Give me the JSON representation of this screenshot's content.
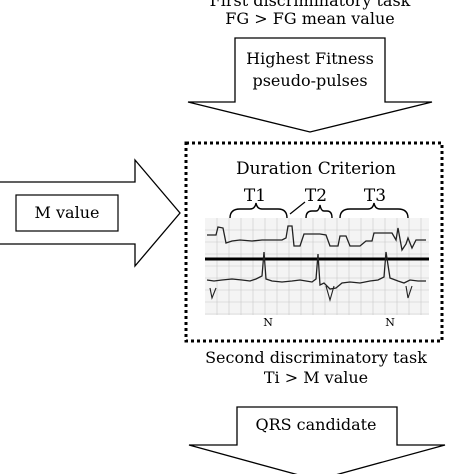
{
  "top_caption": {
    "line1": "First discriminatory task",
    "line2": "FG > FG mean value"
  },
  "arrow_top": {
    "line1": "Highest Fitness",
    "line2": "pseudo-pulses"
  },
  "arrow_left": {
    "label": "M value"
  },
  "ecg_panel": {
    "title": "Duration Criterion",
    "segments": [
      "T1",
      "T2",
      "T3"
    ],
    "markers": [
      "N",
      "N"
    ]
  },
  "bottom_caption": {
    "line1": "Second discriminatory task",
    "line2": "Ti > M value"
  },
  "arrow_bottom": {
    "label": "QRS candidate"
  },
  "colors": {
    "line": "#000000",
    "grid": "#c8c8c8",
    "panel_bg": "#f4f4f4",
    "background": "#ffffff"
  }
}
